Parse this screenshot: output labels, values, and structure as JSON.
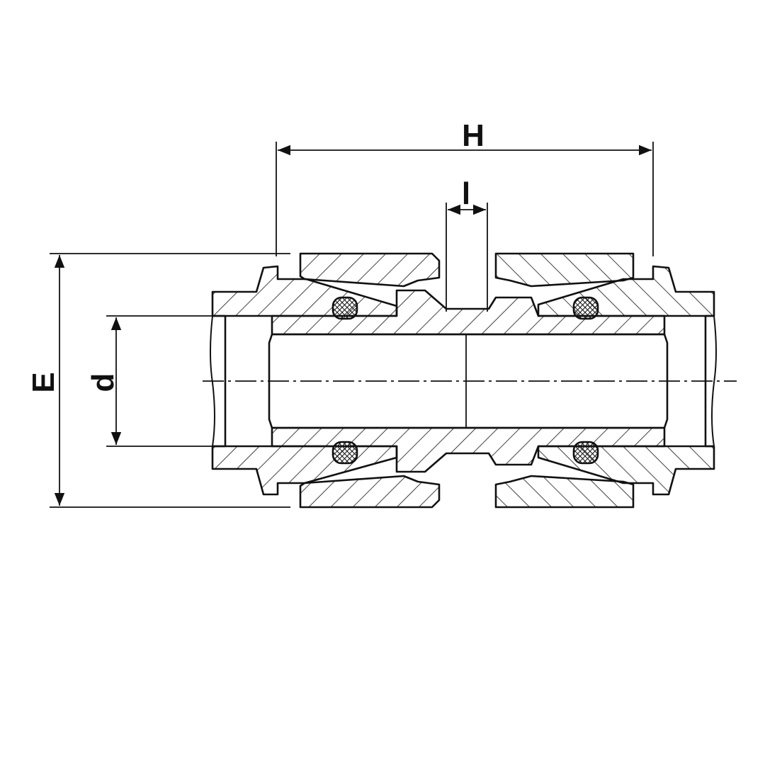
{
  "diagram": {
    "dimensions": {
      "H": "H",
      "l": "l",
      "E": "E",
      "d": "d"
    },
    "colors": {
      "line": "#111111",
      "background": "#ffffff"
    }
  }
}
